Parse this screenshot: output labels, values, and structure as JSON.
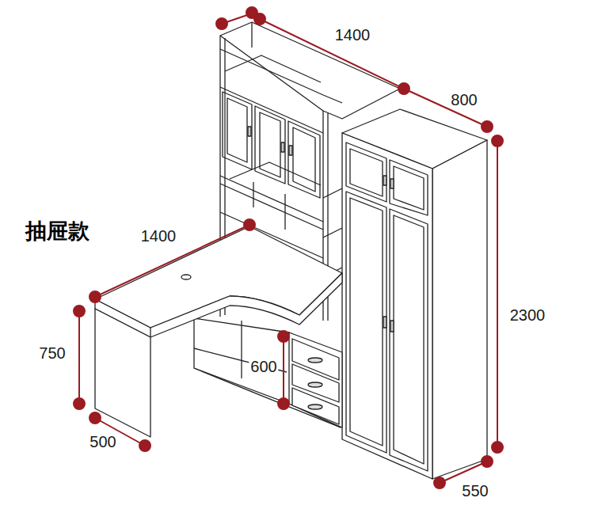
{
  "diagram": {
    "labels": [
      "1400",
      "800",
      "抽屉款",
      "1400",
      "2300",
      "750",
      "600",
      "500",
      "550"
    ]
  }
}
